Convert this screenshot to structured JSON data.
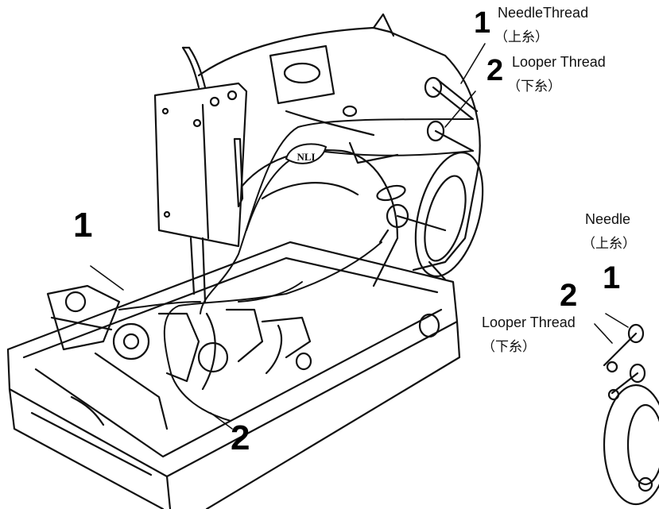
{
  "labels": {
    "needle_main": {
      "number": "1",
      "text": "NeedleThread",
      "jp": "（上糸）"
    },
    "looper_main": {
      "number": "2",
      "text": "Looper Thread",
      "jp": "（下糸）"
    },
    "left_needle": {
      "number": "1"
    },
    "bottom_looper": {
      "number": "2"
    },
    "detail_needle": {
      "number": "1",
      "text": "Needle",
      "jp": "（上糸）"
    },
    "detail_looper": {
      "number": "2",
      "text": "Looper Thread",
      "jp": "（下糸）"
    }
  },
  "colors": {
    "ink": "#111111",
    "paper": "#ffffff",
    "logo_accent": "#c0392b"
  },
  "logo": "NLI"
}
